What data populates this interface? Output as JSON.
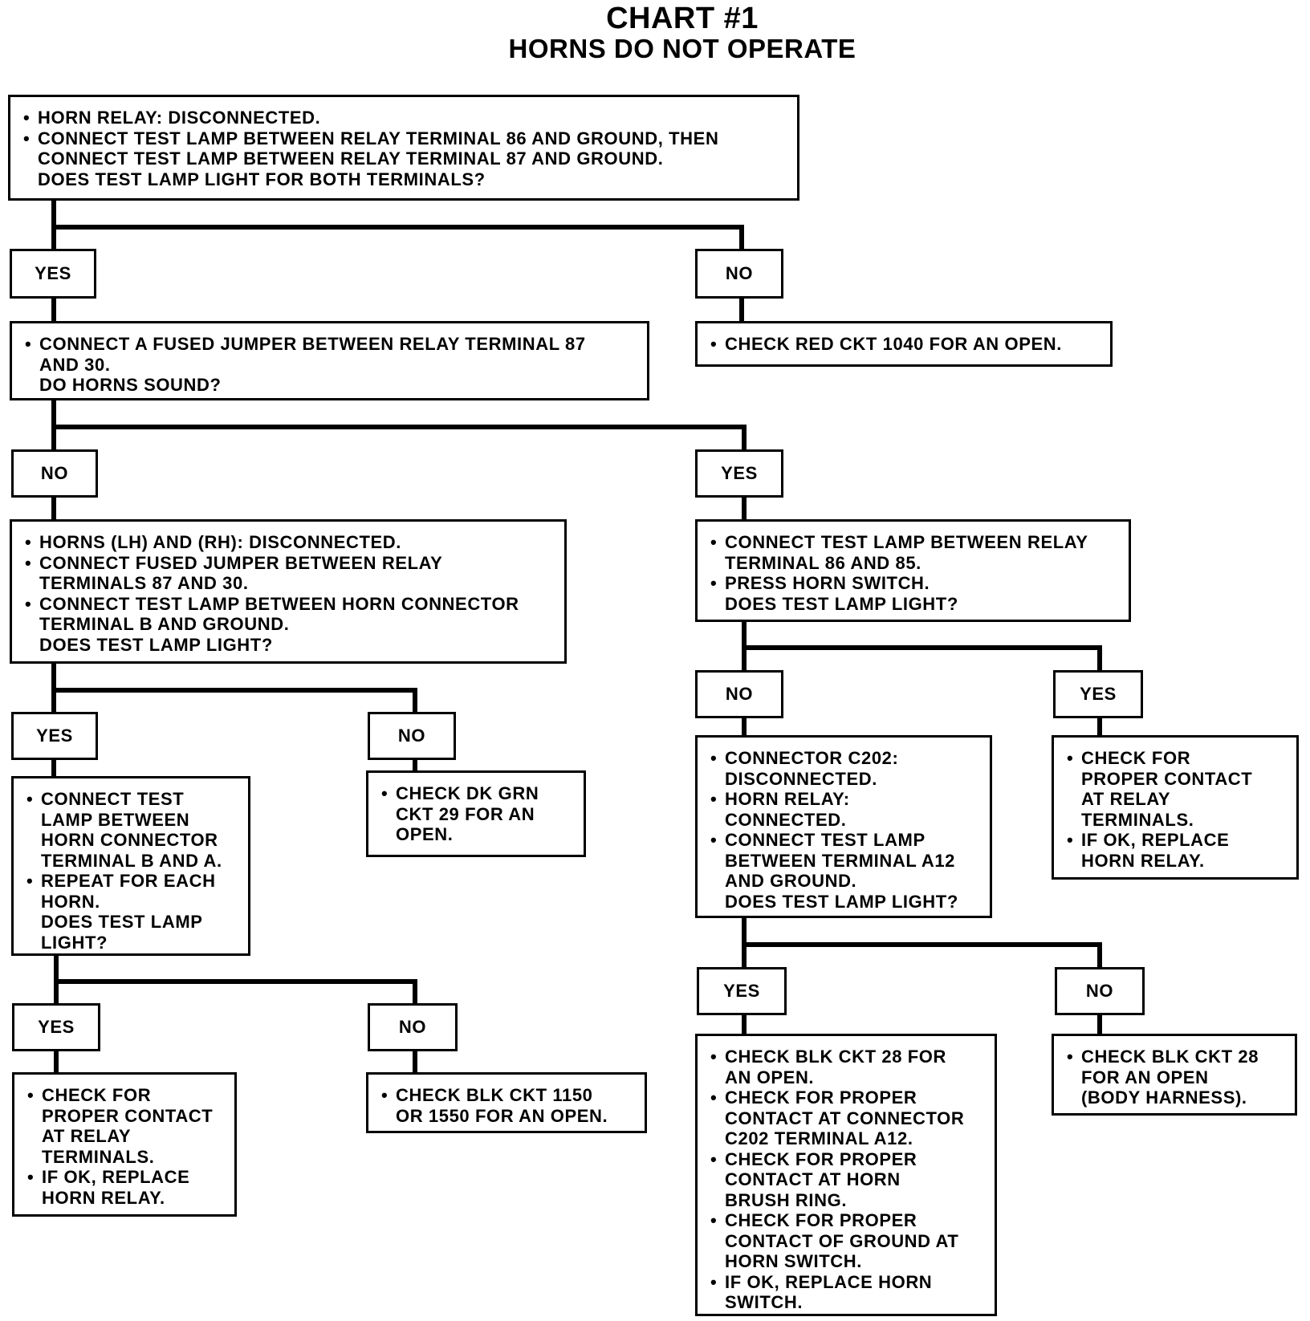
{
  "title": "CHART #1",
  "subtitle": "HORNS DO NOT OPERATE",
  "labels": {
    "yes": "YES",
    "no": "NO"
  },
  "nodes": {
    "n1": {
      "items": [
        "HORN RELAY: DISCONNECTED.",
        "CONNECT TEST LAMP BETWEEN RELAY TERMINAL 86 AND GROUND, THEN\nCONNECT TEST LAMP BETWEEN RELAY TERMINAL 87 AND GROUND."
      ],
      "question": "DOES TEST LAMP LIGHT FOR BOTH TERMINALS?"
    },
    "n2": {
      "items": [
        "CONNECT A FUSED JUMPER BETWEEN RELAY TERMINAL 87\nAND 30."
      ],
      "question": "DO HORNS SOUND?"
    },
    "n3": {
      "items": [
        "CHECK RED CKT 1040 FOR AN OPEN."
      ],
      "question": ""
    },
    "n4": {
      "items": [
        "HORNS (LH) AND (RH): DISCONNECTED.",
        "CONNECT FUSED JUMPER BETWEEN RELAY\nTERMINALS 87 AND 30.",
        "CONNECT TEST LAMP BETWEEN HORN CONNECTOR\nTERMINAL B AND GROUND."
      ],
      "question": "DOES TEST LAMP LIGHT?"
    },
    "n5": {
      "items": [
        "CONNECT TEST LAMP BETWEEN RELAY\nTERMINAL 86 AND 85.",
        "PRESS HORN SWITCH."
      ],
      "question": "DOES TEST LAMP LIGHT?"
    },
    "n6": {
      "items": [
        "CONNECT TEST\nLAMP BETWEEN\nHORN CONNECTOR\nTERMINAL B AND A.",
        "REPEAT FOR EACH\nHORN."
      ],
      "question": "DOES TEST LAMP\nLIGHT?"
    },
    "n7": {
      "items": [
        "CHECK DK GRN\nCKT 29 FOR AN\nOPEN."
      ],
      "question": ""
    },
    "n8": {
      "items": [
        "CONNECTOR C202:\nDISCONNECTED.",
        "HORN RELAY:\nCONNECTED.",
        "CONNECT TEST LAMP\nBETWEEN TERMINAL A12\nAND GROUND."
      ],
      "question": "DOES TEST LAMP LIGHT?"
    },
    "n9": {
      "items": [
        "CHECK FOR\nPROPER CONTACT\nAT RELAY\nTERMINALS.",
        "IF OK, REPLACE\nHORN RELAY."
      ],
      "question": ""
    },
    "n10": {
      "items": [
        "CHECK FOR\nPROPER CONTACT\nAT RELAY\nTERMINALS.",
        "IF OK, REPLACE\nHORN RELAY."
      ],
      "question": ""
    },
    "n11": {
      "items": [
        "CHECK BLK CKT 1150\nOR 1550 FOR AN OPEN."
      ],
      "question": ""
    },
    "n12": {
      "items": [
        "CHECK BLK CKT 28 FOR\nAN OPEN.",
        "CHECK FOR PROPER\nCONTACT AT CONNECTOR\nC202 TERMINAL A12.",
        "CHECK FOR PROPER\nCONTACT AT HORN\nBRUSH RING.",
        "CHECK FOR PROPER\nCONTACT OF GROUND AT\nHORN SWITCH.",
        "IF OK, REPLACE HORN\nSWITCH."
      ],
      "question": ""
    },
    "n13": {
      "items": [
        "CHECK BLK CKT 28\nFOR AN OPEN\n(BODY HARNESS)."
      ],
      "question": ""
    }
  }
}
